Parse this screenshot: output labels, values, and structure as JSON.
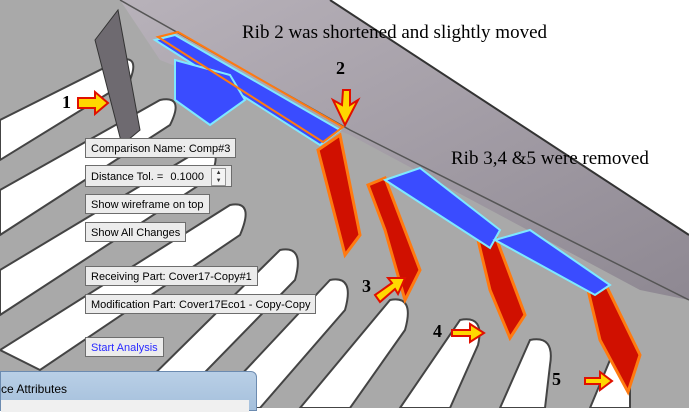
{
  "annotations": {
    "rib2_note": "Rib 2 was shortened and slightly moved",
    "rib345_note": "Rib 3,4 &5 were removed",
    "labels": [
      "1",
      "2",
      "3",
      "4",
      "5"
    ]
  },
  "panel": {
    "comparison_name": "Comparison Name: Comp#3",
    "distance_tol_label": "Distance Tol. =",
    "distance_tol_value": "0.1000",
    "show_wireframe": "Show wireframe on top",
    "show_all_changes": "Show All Changes",
    "receiving_part": "Receiving Part: Cover17-Copy#1",
    "modification_part": "Modification Part: Cover17Eco1 - Copy-Copy",
    "start_analysis": "Start Analysis"
  },
  "dialog": {
    "title": "ce Attributes"
  },
  "colors": {
    "removed_rib": "#d01000",
    "outline": "#ff7a10",
    "new_rib": "#3a4cff",
    "wire": "#7fe8ff"
  }
}
